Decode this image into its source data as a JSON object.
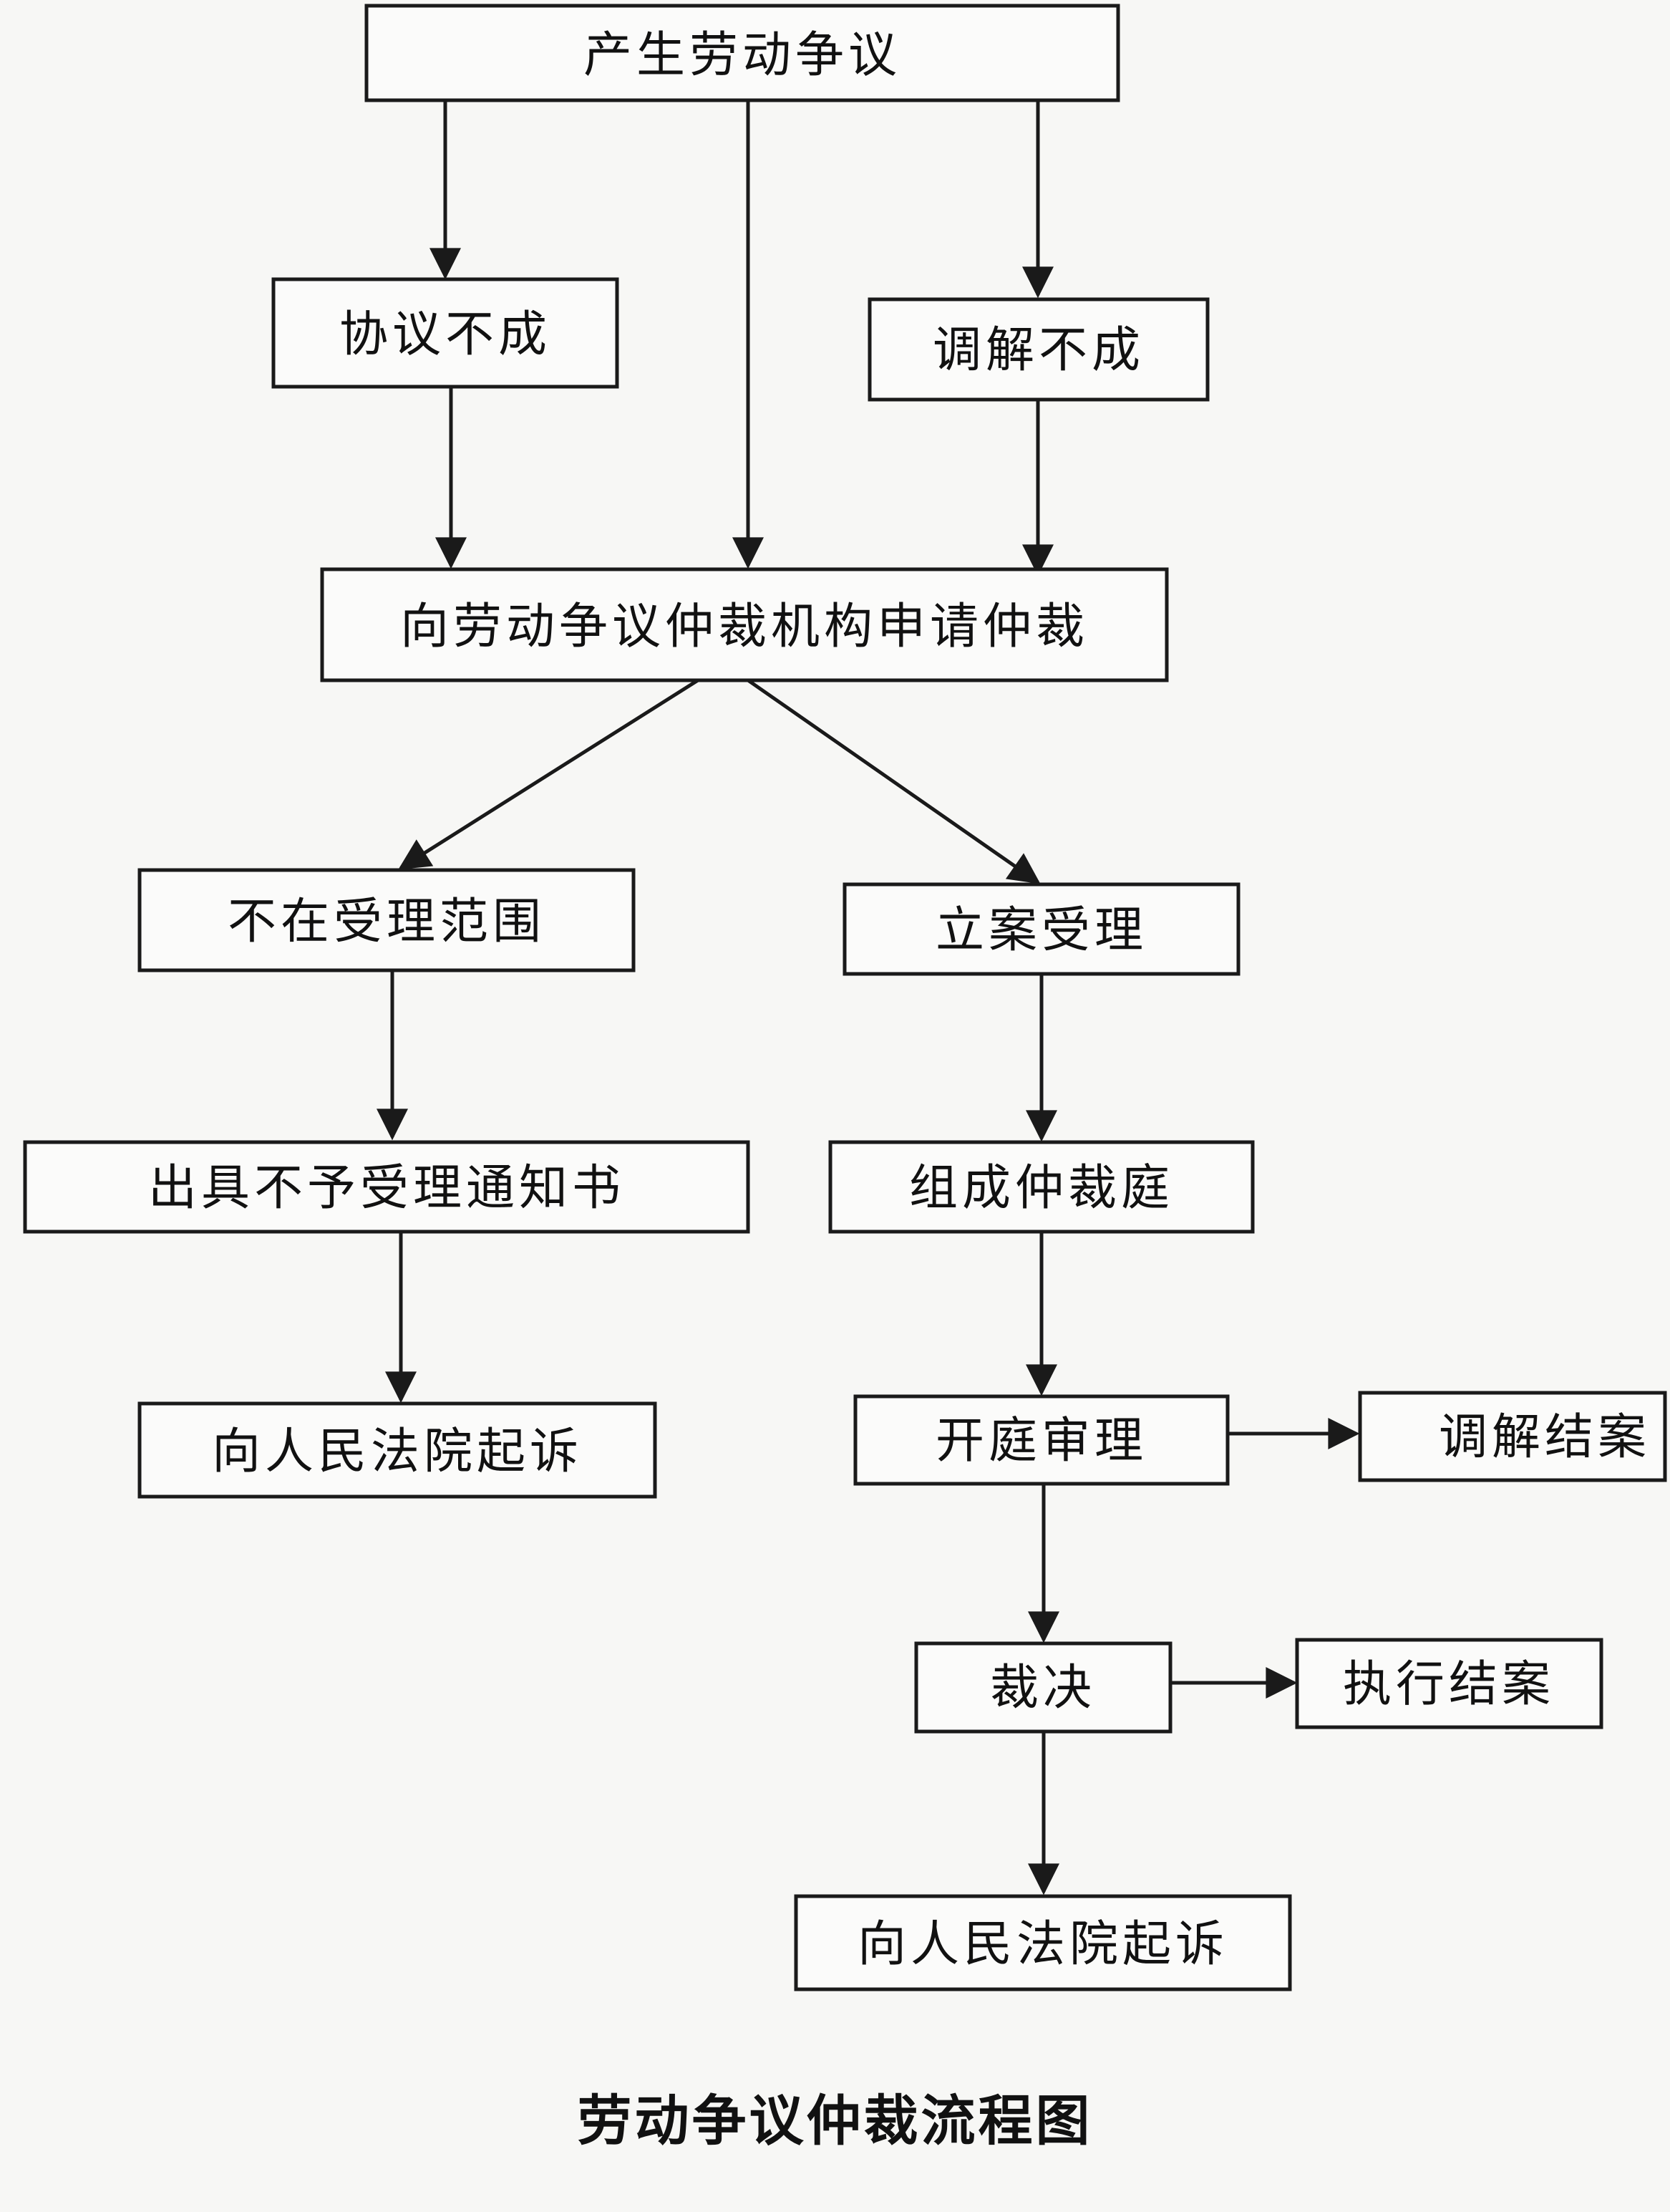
{
  "title": "劳动争议仲裁流程图",
  "nodes": {
    "dispute": "产生劳动争议",
    "negotiation_failed": "协议不成",
    "mediation_failed": "调解不成",
    "apply_arbitration": "向劳动争议仲裁机构申请仲裁",
    "out_of_scope": "不在受理范围",
    "case_accepted": "立案受理",
    "issue_rejection_notice": "出具不予受理通知书",
    "form_tribunal": "组成仲裁庭",
    "sue_court_left": "向人民法院起诉",
    "hearing": "开庭审理",
    "mediation_closed": "调解结案",
    "award": "裁决",
    "enforcement_closed": "执行结案",
    "sue_court_right": "向人民法院起诉"
  }
}
